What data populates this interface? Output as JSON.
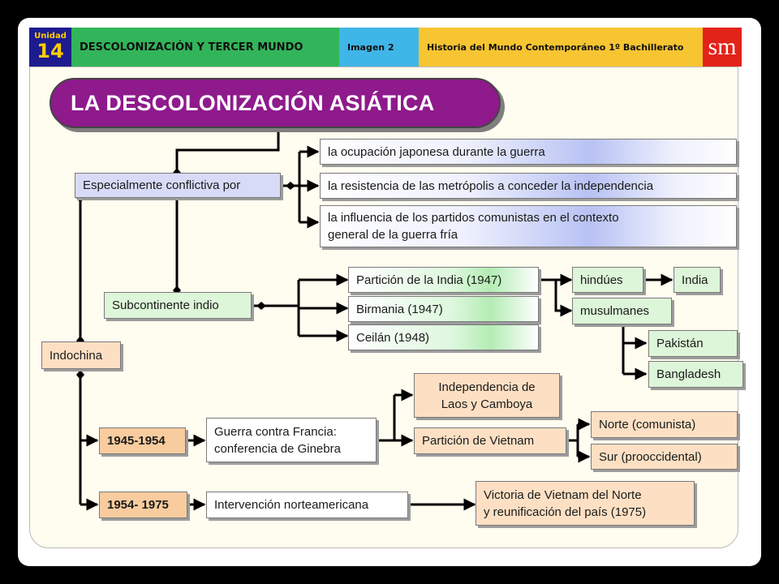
{
  "header": {
    "unit_label": "Unidad",
    "unit_number": "14",
    "title": "DESCOLONIZACIÓN Y TERCER MUNDO",
    "image_label": "Imagen 2",
    "subject": "Historia del Mundo Contemporáneo 1º Bachillerato",
    "logo": "sm"
  },
  "title": "LA DESCOLONIZACIÓN ASIÁTICA",
  "nodes": {
    "especialmente": "Especialmente conflictiva por",
    "ocupacion": "la ocupación japonesa durante la guerra",
    "resistencia": "la resistencia de las metrópolis a conceder la independencia",
    "influencia_l1": "la influencia de los partidos comunistas en el contexto",
    "influencia_l2": "general de la guerra fría",
    "subcontinente": "Subcontinente indio",
    "particion_india": "Partición de la India (1947)",
    "birmania": "Birmania (1947)",
    "ceilan": "Ceilán (1948)",
    "hindues": "hindúes",
    "india": "India",
    "musulmanes": "musulmanes",
    "pakistan": "Pakistán",
    "bangladesh": "Bangladesh",
    "indochina": "Indochina",
    "p1945": "1945-1954",
    "guerra_l1": "Guerra contra Francia:",
    "guerra_l2": "conferencia de Ginebra",
    "indep_l1": "Independencia de",
    "indep_l2": "Laos y Camboya",
    "particion_vietnam": "Partición de Vietnam",
    "norte": "Norte (comunista)",
    "sur": "Sur (prooccidental)",
    "p1954": "1954- 1975",
    "intervencion": "Intervención norteamericana",
    "victoria_l1": "Victoria de Vietnam del Norte",
    "victoria_l2": "y reunificación del país (1975)"
  }
}
